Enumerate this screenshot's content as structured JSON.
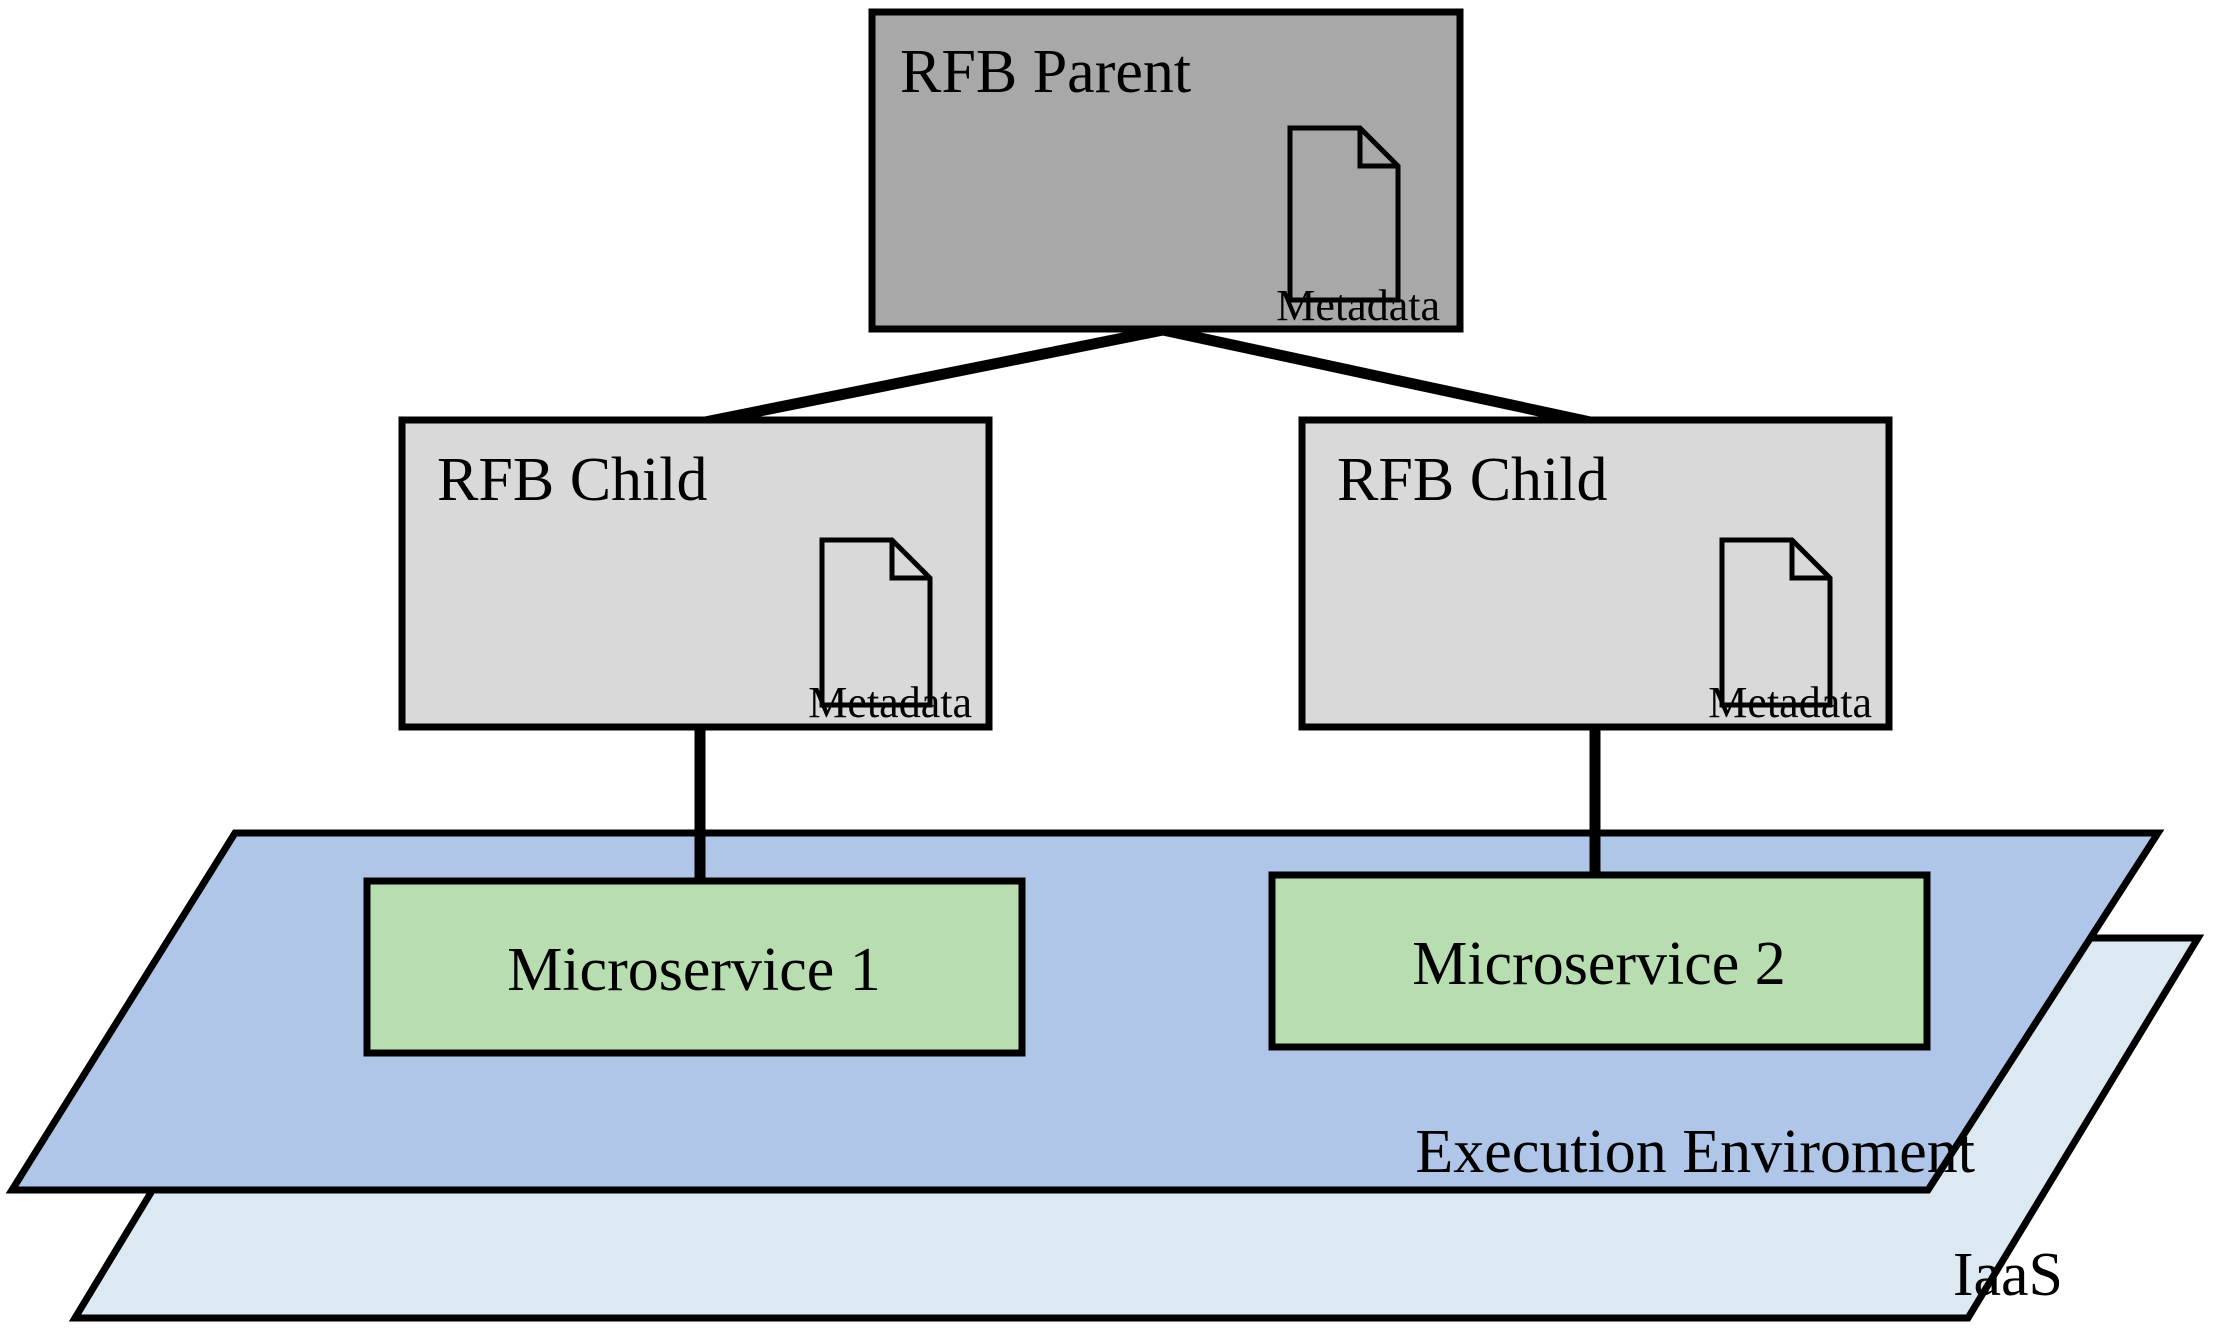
{
  "diagram": {
    "title": "RFB hierarchy over execution environment",
    "colors": {
      "parent_fill": "#a8a8a8",
      "child_fill": "#d9d9d9",
      "microservice_fill": "#b8ddb0",
      "execution_env_fill": "#b0c6e8",
      "iaas_fill": "#dce9f3",
      "stroke": "#000000",
      "background": "#ffffff"
    },
    "nodes": {
      "parent": {
        "label": "RFB Parent",
        "metadata_label": "Metadata",
        "icon": "document-icon",
        "fill": "#a8a8a8"
      },
      "child_left": {
        "label": "RFB Child",
        "metadata_label": "Metadata",
        "icon": "document-icon",
        "fill": "#d9d9d9"
      },
      "child_right": {
        "label": "RFB Child",
        "metadata_label": "Metadata",
        "icon": "document-icon",
        "fill": "#d9d9d9"
      },
      "microservice_1": {
        "label": "Microservice 1",
        "fill": "#b8ddb0"
      },
      "microservice_2": {
        "label": "Microservice 2",
        "fill": "#b8ddb0"
      }
    },
    "layers": {
      "execution_environment": {
        "label": "Execution Enviroment",
        "fill": "#b0c6e8"
      },
      "iaas": {
        "label": "IaaS",
        "fill": "#dce9f3"
      }
    },
    "edges": [
      {
        "from": "parent",
        "to": "child_left",
        "style": "solid"
      },
      {
        "from": "parent",
        "to": "child_right",
        "style": "solid"
      },
      {
        "from": "child_left",
        "to": "microservice_1",
        "style": "solid"
      },
      {
        "from": "child_right",
        "to": "microservice_2",
        "style": "solid"
      }
    ]
  }
}
